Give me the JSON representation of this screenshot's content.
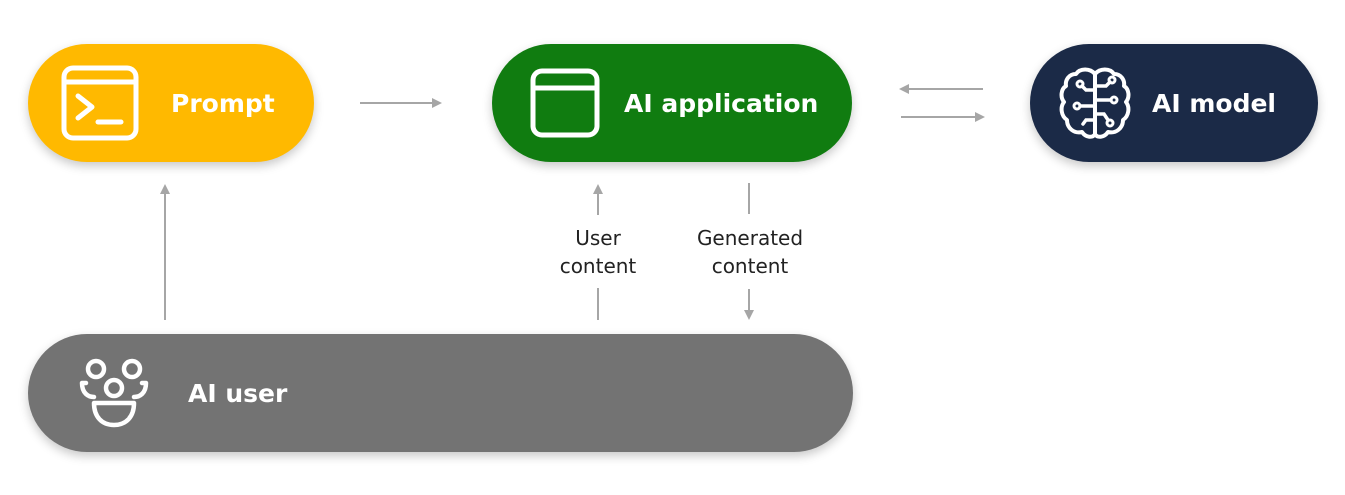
{
  "diagram": {
    "nodes": {
      "prompt": {
        "label": "Prompt",
        "icon": "terminal-window-icon",
        "color": "#ffb900"
      },
      "ai_application": {
        "label": "AI application",
        "icon": "app-window-icon",
        "color": "#107c10"
      },
      "ai_model": {
        "label": "AI model",
        "icon": "brain-circuit-icon",
        "color": "#1b2a47"
      },
      "ai_user": {
        "label": "AI user",
        "icon": "people-group-icon",
        "color": "#737373"
      }
    },
    "edge_labels": {
      "user_content": [
        "User",
        "content"
      ],
      "generated_content": [
        "Generated",
        "content"
      ]
    },
    "connector_color": "#a6a6a6"
  }
}
